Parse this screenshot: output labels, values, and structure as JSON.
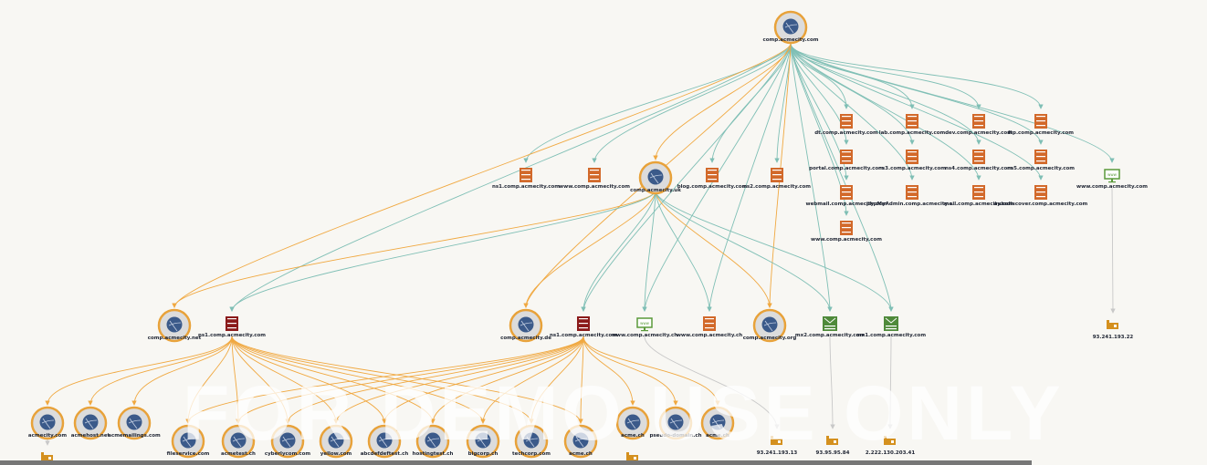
{
  "watermark": "FOR DEMO USE ONLY",
  "colors": {
    "teal_edge": "#7fbfb5",
    "orange_edge": "#f0a840",
    "grey_edge": "#c8c8c8",
    "globe_ring": "#e8a23a",
    "dns": "#d2692a",
    "mx_red": "#8b1a1a",
    "website": "#5a9a3a",
    "ip": "#d4901e"
  },
  "nodes": [
    {
      "label": "comp.acmecity.com",
      "icon": "domain-globe-icon"
    },
    {
      "label": "ns1.comp.acmecity.com",
      "icon": "dns-server-icon"
    },
    {
      "label": "www.comp.acmecity.com",
      "icon": "dns-server-icon"
    },
    {
      "label": "comp.acmecity.uk",
      "icon": "domain-globe-icon"
    },
    {
      "label": "blog.comp.acmecity.com",
      "icon": "dns-server-icon"
    },
    {
      "label": "ns2.comp.acmecity.com",
      "icon": "dns-server-icon"
    },
    {
      "label": "dt.comp.acmecity.com",
      "icon": "dns-server-icon"
    },
    {
      "label": "portal.comp.acmecity.com",
      "icon": "dns-server-icon"
    },
    {
      "label": "webmail.comp.acmecity.com",
      "icon": "dns-server-icon"
    },
    {
      "label": "www.comp.acmecity.com",
      "icon": "dns-server-icon"
    },
    {
      "label": "lab.comp.acmecity.com",
      "icon": "dns-server-icon"
    },
    {
      "label": "ns3.comp.acmecity.com",
      "icon": "dns-server-icon"
    },
    {
      "label": "phpMyAdmin.comp.acmecity.c...",
      "icon": "dns-server-icon"
    },
    {
      "label": "dev.comp.acmecity.com",
      "icon": "dns-server-icon"
    },
    {
      "label": "ns4.comp.acmecity.com",
      "icon": "dns-server-icon"
    },
    {
      "label": "mail.comp.acmecity.com",
      "icon": "dns-server-icon"
    },
    {
      "label": "ftp.comp.acmecity.com",
      "icon": "dns-server-icon"
    },
    {
      "label": "ns5.comp.acmecity.com",
      "icon": "dns-server-icon"
    },
    {
      "label": "autodiscover.comp.acmecity.com",
      "icon": "dns-server-icon"
    },
    {
      "label": "www.comp.acmecity.com",
      "icon": "website-icon"
    },
    {
      "label": "comp.acmecity.net",
      "icon": "domain-globe-icon"
    },
    {
      "label": "ns1.comp.acmecity.com",
      "icon": "name-server-icon"
    },
    {
      "label": "comp.acmecity.de",
      "icon": "domain-globe-icon"
    },
    {
      "label": "ns1.comp.acmecity.com",
      "icon": "name-server-icon"
    },
    {
      "label": "www.comp.acmecity.ch",
      "icon": "website-icon"
    },
    {
      "label": "www.comp.acmecity.ch",
      "icon": "dns-server-icon"
    },
    {
      "label": "comp.acmecity.org",
      "icon": "domain-globe-icon"
    },
    {
      "label": "mx2.comp.acmecity.com",
      "icon": "mail-server-icon"
    },
    {
      "label": "mx1.comp.acmecity.com",
      "icon": "mail-server-icon"
    },
    {
      "label": "93.241.193.22",
      "icon": "ip-address-icon"
    },
    {
      "label": "acmecity.com",
      "icon": "domain-globe-icon"
    },
    {
      "label": "acmehost.net",
      "icon": "domain-globe-icon"
    },
    {
      "label": "acmemailings.com",
      "icon": "domain-globe-icon"
    },
    {
      "label": "fileservice.com",
      "icon": "domain-globe-icon"
    },
    {
      "label": "acmetest.ch",
      "icon": "domain-globe-icon"
    },
    {
      "label": "cyberlycom.com",
      "icon": "domain-globe-icon"
    },
    {
      "label": "yellow.com",
      "icon": "domain-globe-icon"
    },
    {
      "label": "abcdefdeftest.ch",
      "icon": "domain-globe-icon"
    },
    {
      "label": "hostingtest.ch",
      "icon": "domain-globe-icon"
    },
    {
      "label": "bigcorp.ch",
      "icon": "domain-globe-icon"
    },
    {
      "label": "techcorp.com",
      "icon": "domain-globe-icon"
    },
    {
      "label": "acme.ch",
      "icon": "domain-globe-icon"
    },
    {
      "label": "acme.ch",
      "icon": "domain-globe-icon"
    },
    {
      "label": "pseudo-domain.ch",
      "icon": "domain-globe-icon"
    },
    {
      "label": "acme.ch",
      "icon": "domain-globe-icon"
    },
    {
      "label": "93.241.193.13",
      "icon": "ip-address-icon"
    },
    {
      "label": "93.95.95.84",
      "icon": "ip-address-icon"
    },
    {
      "label": "2.222.130.203.41",
      "icon": "ip-address-icon"
    },
    {
      "label": "",
      "icon": "ip-address-icon"
    },
    {
      "label": "",
      "icon": "ip-address-icon"
    }
  ]
}
